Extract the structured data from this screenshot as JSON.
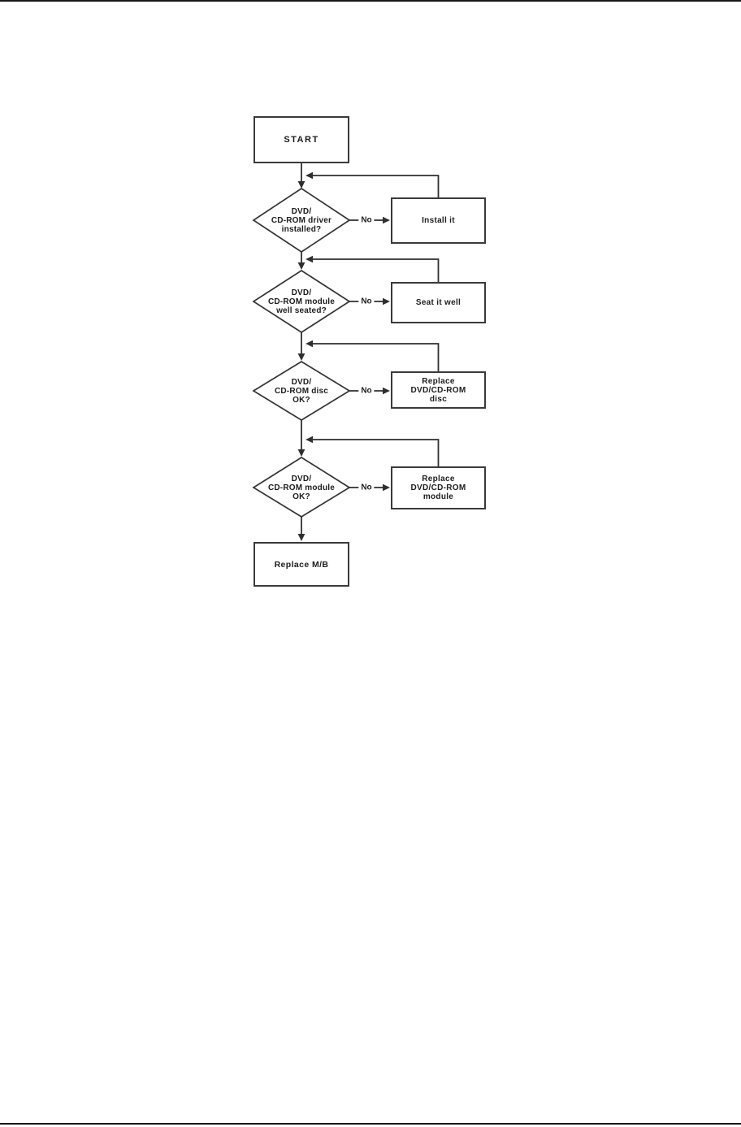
{
  "colors": {
    "background": "#ffffff",
    "line": "#2f2f2f",
    "text": "#1c1c1c",
    "page_rule": "#161616"
  },
  "flowchart": {
    "start": {
      "label": "START"
    },
    "steps": [
      {
        "decision": [
          "DVD/",
          "CD-ROM driver",
          "installed?"
        ],
        "branch_label": "No",
        "action": [
          "Install it"
        ]
      },
      {
        "decision": [
          "DVD/",
          "CD-ROM module",
          "well seated?"
        ],
        "branch_label": "No",
        "action": [
          "Seat it well"
        ]
      },
      {
        "decision": [
          "DVD/",
          "CD-ROM disc",
          "OK?"
        ],
        "branch_label": "No",
        "action": [
          "Replace",
          "DVD/CD-ROM",
          "disc"
        ]
      },
      {
        "decision": [
          "DVD/",
          "CD-ROM module",
          "OK?"
        ],
        "branch_label": "No",
        "action": [
          "Replace",
          "DVD/CD-ROM",
          "module"
        ]
      }
    ],
    "end": {
      "label": "Replace M/B"
    }
  }
}
